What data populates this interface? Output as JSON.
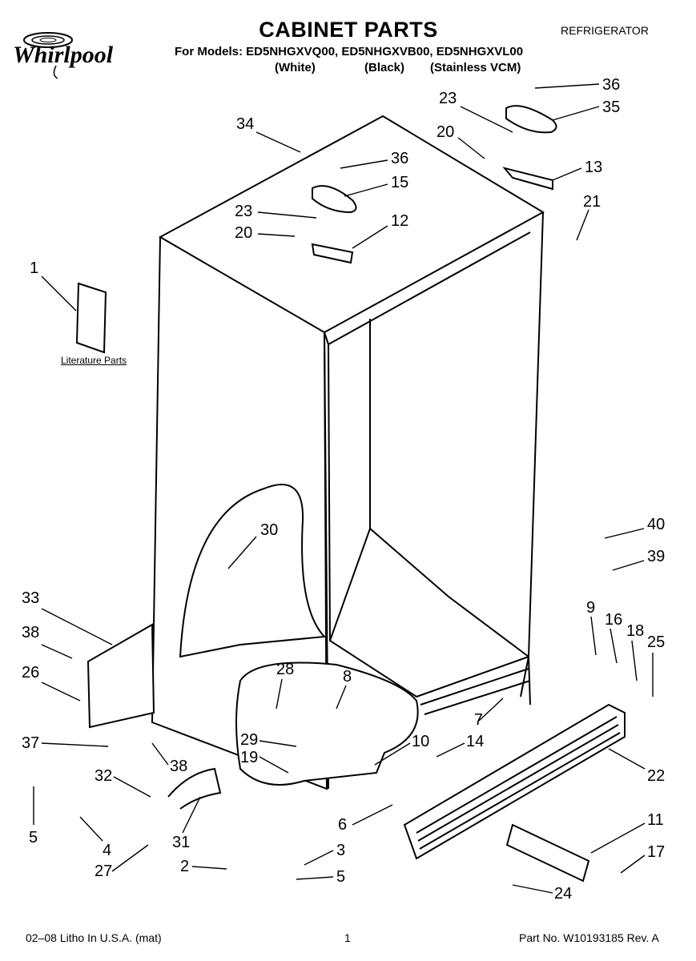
{
  "brand": "Whirlpool",
  "title": "CABINET PARTS",
  "appliance": "REFRIGERATOR",
  "models_line": "For Models: ED5NHGXVQ00, ED5NHGXVB00, ED5NHGXVL00",
  "variants": [
    "(White)",
    "(Black)",
    "(Stainless VCM)"
  ],
  "literature_label": "Literature Parts",
  "footer": {
    "left": "02–08 Litho In U.S.A. (mat)",
    "page": "1",
    "part_no": "Part No. W10193185 Rev. A"
  },
  "callouts": [
    "36",
    "35",
    "23",
    "20",
    "13",
    "21",
    "34",
    "36",
    "15",
    "23",
    "12",
    "20",
    "1",
    "30",
    "40",
    "39",
    "33",
    "38",
    "26",
    "9",
    "16",
    "18",
    "25",
    "28",
    "8",
    "7",
    "37",
    "38",
    "29",
    "10",
    "14",
    "19",
    "32",
    "22",
    "6",
    "11",
    "5",
    "4",
    "31",
    "17",
    "3",
    "27",
    "2",
    "5",
    "24"
  ]
}
